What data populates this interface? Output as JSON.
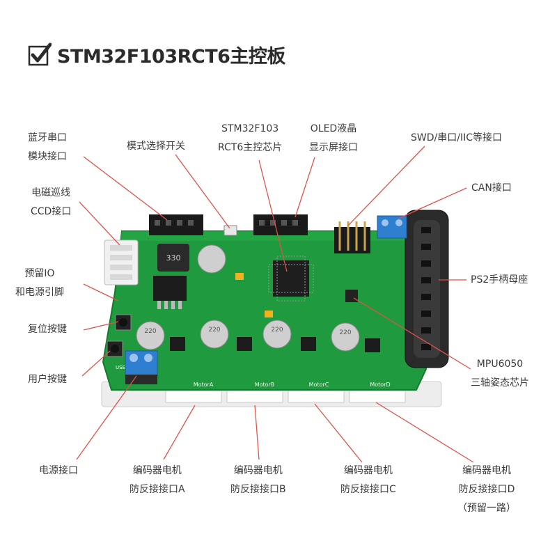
{
  "title": "STM32F103RCT6主控板",
  "colors": {
    "pcb": "#1f9a3e",
    "pcb_dark": "#157a2f",
    "leader": "#e0524a",
    "terminal": "#2f7fd0",
    "header": "#1a1a1a"
  },
  "icons": {
    "title": "checkbox-check-icon"
  },
  "labels": {
    "bluetooth": {
      "line1": "蓝牙串口",
      "line2": "模块接口"
    },
    "mode_switch": {
      "line1": "模式选择开关"
    },
    "mcu": {
      "line1": "STM32F103",
      "line2": "RCT6主控芯片"
    },
    "oled": {
      "line1": "OLED液晶",
      "line2": "显示屏接口"
    },
    "swd": {
      "line1": "SWD/串口/IIC等接口"
    },
    "ccd": {
      "line1": "电磁巡线",
      "line2": "CCD接口"
    },
    "can": {
      "line1": "CAN接口"
    },
    "reserved_io": {
      "line1": "预留IO",
      "line2": "和电源引脚"
    },
    "ps2": {
      "line1": "PS2手柄母座"
    },
    "reset": {
      "line1": "复位按键"
    },
    "mpu": {
      "line1": "MPU6050",
      "line2": "三轴姿态芯片"
    },
    "user_key": {
      "line1": "用户按键"
    },
    "power": {
      "line1": "电源接口"
    },
    "motor_a": {
      "line1": "编码器电机",
      "line2": "防反接接口A"
    },
    "motor_b": {
      "line1": "编码器电机",
      "line2": "防反接接口B"
    },
    "motor_c": {
      "line1": "编码器电机",
      "line2": "防反接接口C"
    },
    "motor_d": {
      "line1": "编码器电机",
      "line2": "防反接接口D",
      "line3": "（预留一路）"
    }
  },
  "board_silkscreen": {
    "motor_a": "MotorA",
    "motor_b": "MotorB",
    "motor_c": "MotorC",
    "motor_d": "MotorD",
    "user": "USER",
    "inductor": "330",
    "cap": "220"
  }
}
